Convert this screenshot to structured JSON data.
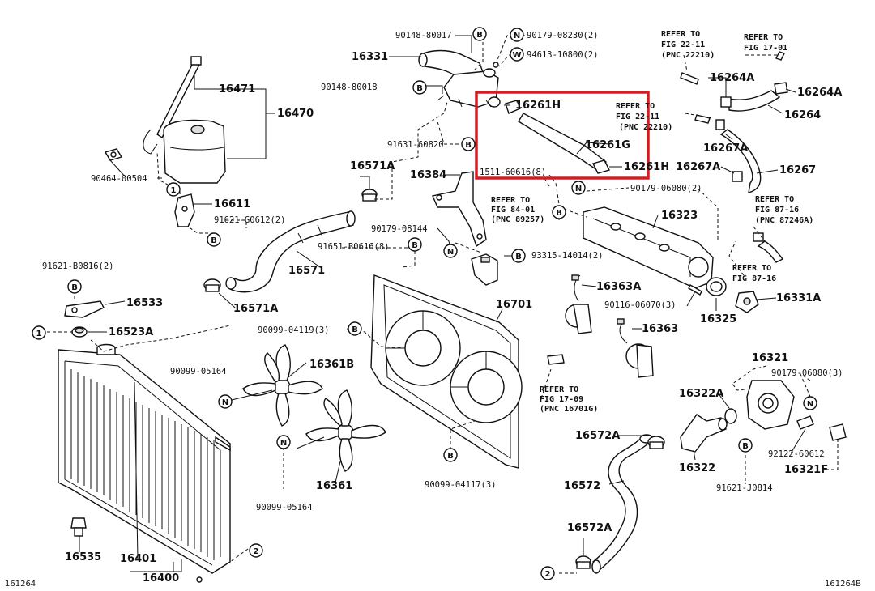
{
  "diagram": {
    "code_left": "161264",
    "code_right": "161264B",
    "callouts": {
      "B": "B",
      "N": "N",
      "W": "W",
      "one": "1",
      "two": "2"
    },
    "labels": {
      "p90148_80017": "90148-80017",
      "p16331": "16331",
      "p90148_80018": "90148-80018",
      "p90179_08230": "90179-08230(2)",
      "p94613_10800": "94613-10800(2)",
      "p16471": "16471",
      "p16470": "16470",
      "p90464_00504": "90464-00504",
      "p16611": "16611",
      "p91621_G0612": "91621-G0612(2)",
      "p16571A_top": "16571A",
      "p91631_60820": "91631-60820",
      "p16384": "16384",
      "p90179_08144": "90179-08144",
      "p91651_B0616": "91651-B0616(8)",
      "p16571": "16571",
      "p91621_B0816": "91621-B0816(2)",
      "p16533": "16533",
      "p16571A_bottom": "16571A",
      "p16523A": "16523A",
      "p90099_04119": "90099-04119(3)",
      "p16361B": "16361B",
      "p90099_05164_a": "90099-05164",
      "p16361": "16361",
      "p90099_05164_b": "90099-05164",
      "p16535": "16535",
      "p16401": "16401",
      "p16400": "16400",
      "p16701": "16701",
      "p90099_04117": "90099-04117(3)",
      "p16261H_1": "16261H",
      "p16261G": "16261G",
      "p16261H_2": "16261H",
      "p1511_60616": "1511-60616(8)",
      "p93315_14014": "93315-14014(2)",
      "p90179_06080_a": "90179-06080(2)",
      "p16323": "16323",
      "p16363A": "16363A",
      "p16363": "16363",
      "p90116_06070": "90116-06070(3)",
      "p16325": "16325",
      "p16331A": "16331A",
      "p16264A_1": "16264A",
      "p16264A_2": "16264A",
      "p16264": "16264",
      "p16267A_1": "16267A",
      "p16267A_2": "16267A",
      "p16267": "16267",
      "p16321": "16321",
      "p90179_06080_b": "90179-06080(3)",
      "p16322A": "16322A",
      "p16572A_1": "16572A",
      "p16322": "16322",
      "p92122_60612": "92122-60612",
      "p16321F": "16321F",
      "p91621_J0814": "91621-J0814",
      "p16572": "16572",
      "p16572A_2": "16572A"
    },
    "refer": {
      "r22_11_top": [
        "REFER TO",
        "FIG 22-11",
        "(PNC 22210)"
      ],
      "r17_01": [
        "REFER TO",
        "FIG 17-01"
      ],
      "r22_11_mid": [
        "REFER TO",
        "FIG 22-11",
        "(PNC 22210)"
      ],
      "r84_01": [
        "REFER TO",
        "FIG 84-01",
        "(PNC 89257)"
      ],
      "r87_16a": [
        "REFER TO",
        "FIG 87-16",
        "(PNC 87246A)"
      ],
      "r87_16b": [
        "REFER TO",
        "FIG 87-16"
      ],
      "r17_09": [
        "REFER TO",
        "FIG 17-09",
        "(PNC 16701G)"
      ]
    },
    "highlight_color": "#d21e22",
    "line_color": "#111111"
  }
}
